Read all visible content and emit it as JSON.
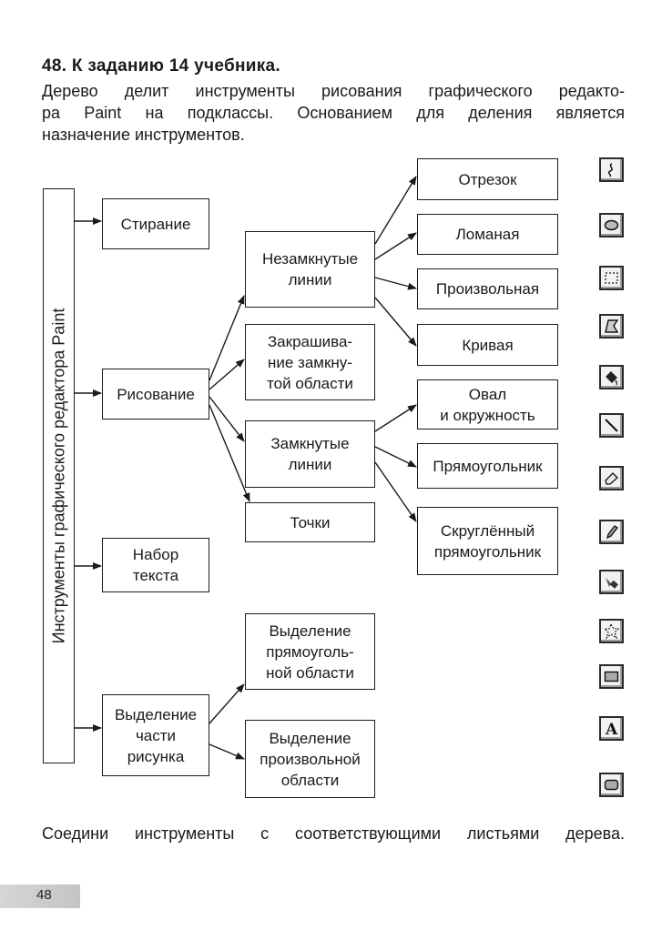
{
  "task": {
    "title": "48. К заданию 14 учебника.",
    "intro_lines": [
      "Дерево делит инструменты рисования графического редакто-",
      "ра Paint на подклассы. Основанием для деления является",
      "назначение инструментов."
    ]
  },
  "tree": {
    "root": "Инструменты графического редактора Paint",
    "level1": {
      "erase": "Стирание",
      "draw": "Рисование",
      "text": "Набор\nтекста",
      "select": "Выделение\nчасти\nрисунка"
    },
    "level2": {
      "open_lines": "Незамкнутые\nлинии",
      "fill": "Закрашива-\nние замкну-\nтой области",
      "closed_lines": "Замкнутые\nлинии",
      "points": "Точки",
      "select_rect": "Выделение\nпрямоуголь-\nной области",
      "select_free": "Выделение\nпроизвольной\nобласти"
    },
    "leaves": {
      "segment": "Отрезок",
      "polyline": "Ломаная",
      "freeform": "Произвольная",
      "curve": "Кривая",
      "oval": "Овал\nи окружность",
      "rectangle": "Прямоугольник",
      "rounded_rect": "Скруглённый\nпрямоугольник"
    }
  },
  "tools": [
    "curve-tool-icon",
    "ellipse-tool-icon",
    "rect-select-tool-icon",
    "polygon-tool-icon",
    "fill-tool-icon",
    "line-tool-icon",
    "eraser-tool-icon",
    "pencil-tool-icon",
    "brush-tool-icon",
    "free-select-tool-icon",
    "rectangle-tool-icon",
    "text-tool-icon",
    "rounded-rect-tool-icon"
  ],
  "footer": "Соедини инструменты с соответствующими листьями дерева.",
  "page_number": "48"
}
